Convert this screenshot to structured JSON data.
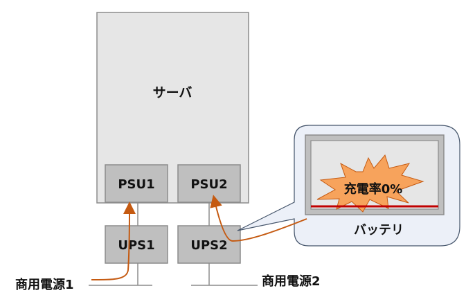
{
  "server": {
    "label": "サーバ"
  },
  "psu": [
    {
      "label": "PSU1"
    },
    {
      "label": "PSU2"
    }
  ],
  "ups": [
    {
      "label": "UPS1"
    },
    {
      "label": "UPS2"
    }
  ],
  "power_sources": [
    {
      "label": "商用電源1"
    },
    {
      "label": "商用電源2"
    }
  ],
  "battery": {
    "label": "バッテリ",
    "charge_text": "充電率0%",
    "charge_percent": 0
  },
  "colors": {
    "box_fill": "#e6e6e6",
    "module_fill": "#bfbfbf",
    "line": "#8c8c8c",
    "flow_arrow": "#c55a11",
    "callout_fill": "#ecf0f8",
    "callout_border": "#44546a",
    "burst_fill": "#f7a35c",
    "charge_bar": "#c00000"
  }
}
